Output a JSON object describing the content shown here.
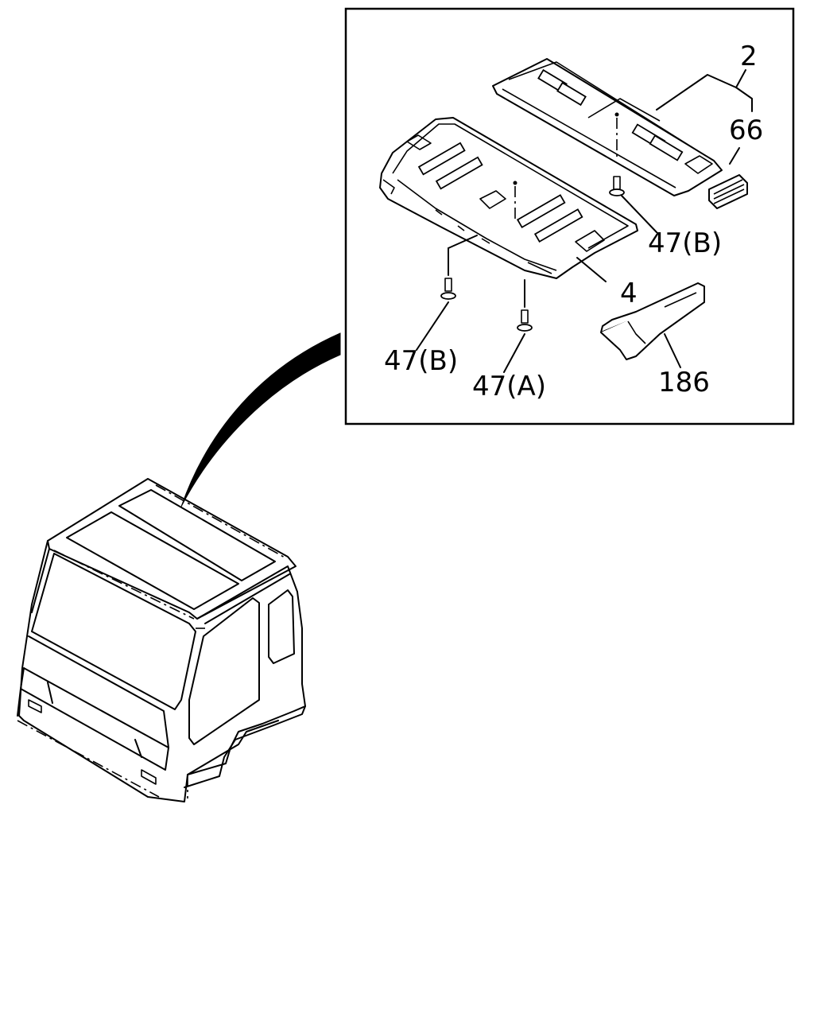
{
  "callouts": {
    "part_2": "2",
    "part_66": "66",
    "part_47b_upper": "47(B)",
    "part_4": "4",
    "part_47b_lower": "47(B)",
    "part_47a": "47(A)",
    "part_186": "186"
  }
}
